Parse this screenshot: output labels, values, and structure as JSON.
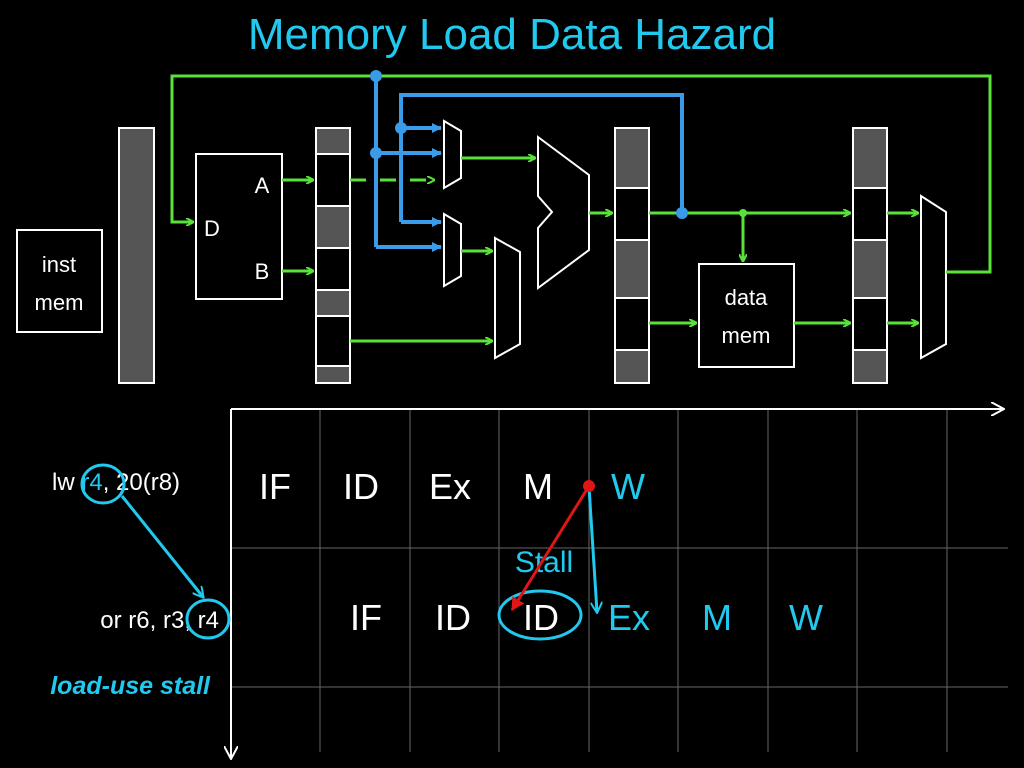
{
  "title": "Memory Load Data Hazard",
  "datapath": {
    "inst_mem": [
      "inst",
      "mem"
    ],
    "regfile_label": "D",
    "reg_a": "A",
    "reg_b": "B",
    "data_mem": [
      "data",
      "mem"
    ]
  },
  "pipeline": {
    "instr1": {
      "prefix": "lw ",
      "reg": "r4",
      "rest": ", 20(r8)"
    },
    "instr2": {
      "prefix": "or r6, r3, ",
      "reg": "r4"
    },
    "row1_stages": [
      "IF",
      "ID",
      "Ex",
      "M",
      "W"
    ],
    "row2_stages": [
      "IF",
      "ID",
      "ID",
      "Ex",
      "M",
      "W"
    ],
    "stall_label": "Stall",
    "load_use_label": "load-use stall"
  },
  "colors": {
    "title": "#22c9ee",
    "cyan": "#22c9ee",
    "wire": "#58e23a",
    "forward": "#3a9be8",
    "hazard_arrow": "#e01515",
    "register": "#555555"
  }
}
